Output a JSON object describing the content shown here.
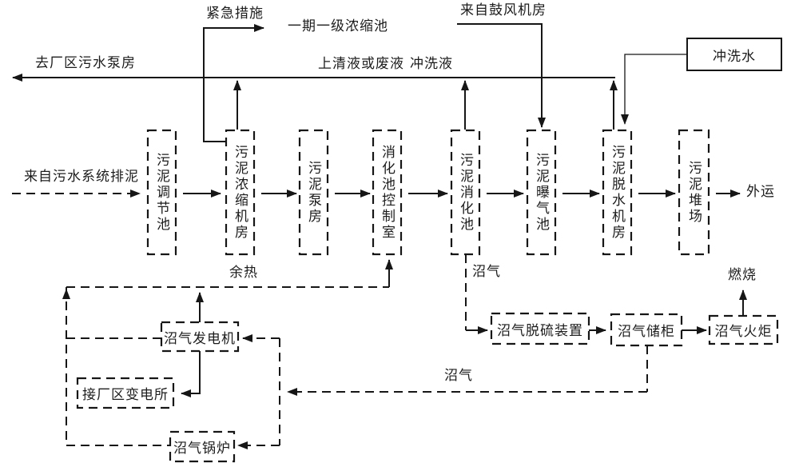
{
  "diagram": {
    "title_hint": "sludge treatment process flow diagram",
    "colors": {
      "line": "#161616",
      "background": "#ffffff"
    },
    "top_labels": {
      "emergency_measures": "紧急措施",
      "phase1_primary_thickener": "一期一级浓缩池",
      "to_plant_sewage_pump_station": "去厂区污水泵房",
      "supernatant_or_waste": "上清液或废液",
      "flushing_liquid": "冲洗液",
      "from_blower_room": "来自鼓风机房"
    },
    "main_flow": {
      "input_label": "来自污水系统排泥",
      "output_label": "外运",
      "boxes": [
        "污泥调节池",
        "污泥浓缩机房",
        "污泥泵房",
        "消化池控制室",
        "污泥消化池",
        "污泥曝气池",
        "污泥脱水机房",
        "污泥堆场"
      ]
    },
    "equipment": {
      "flushing_water": "冲洗水",
      "biogas_generator": "沼气发电机",
      "plant_substation": "接厂区变电所",
      "biogas_boiler": "沼气锅炉",
      "biogas_desulfurizer": "沼气脱硫装置",
      "biogas_storage_tank": "沼气储柜",
      "biogas_flare": "沼气火炬"
    },
    "stream_labels": {
      "waste_heat": "余热",
      "biogas_upper": "沼气",
      "biogas_lower": "沼气",
      "combustion": "燃烧"
    }
  }
}
